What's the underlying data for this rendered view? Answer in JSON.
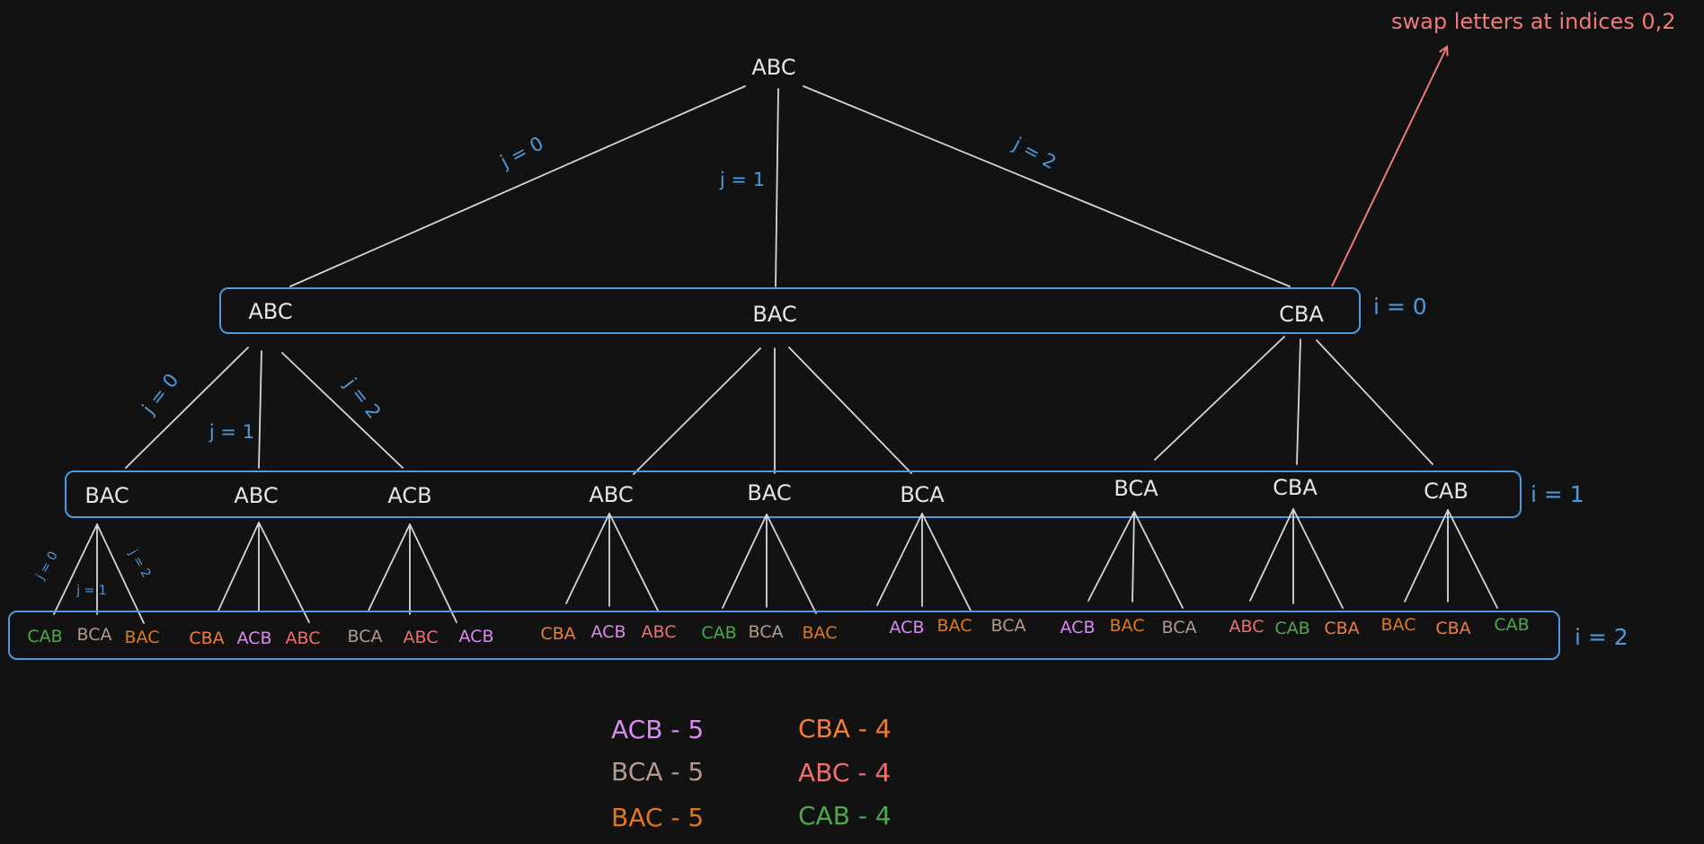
{
  "colors": {
    "background": "#121212",
    "node_text": "#e6e6e6",
    "edge": "#d6d6d6",
    "label_blue": "#4a9be0",
    "annotation_red": "#f07a7a",
    "ACB": "#d98cf0",
    "BCA": "#b49a8f",
    "BAC": "#de7a1e",
    "CBA": "#f47d3a",
    "ABC": "#f06f6f",
    "CAB": "#4ea84e"
  },
  "annotation": {
    "text": "swap letters at indices 0,2"
  },
  "root": {
    "label": "ABC"
  },
  "root_edges": {
    "j0": "j = 0",
    "j1": "j = 1",
    "j2": "j = 2"
  },
  "level0": {
    "index_label": "i = 0",
    "nodes": [
      "ABC",
      "BAC",
      "CBA"
    ],
    "edge_labels": {
      "j0": "j = 0",
      "j1": "j = 1",
      "j2": "j = 2"
    }
  },
  "level1": {
    "index_label": "i = 1",
    "nodes": [
      "BAC",
      "ABC",
      "ACB",
      "ABC",
      "BAC",
      "BCA",
      "BCA",
      "CBA",
      "CAB"
    ],
    "edge_labels": {
      "j0": "j = 0",
      "j1": "j = 1",
      "j2": "j = 2"
    }
  },
  "level2": {
    "index_label": "i = 2",
    "nodes": [
      "CAB",
      "BCA",
      "BAC",
      "CBA",
      "ACB",
      "ABC",
      "BCA",
      "ABC",
      "ACB",
      "CBA",
      "ACB",
      "ABC",
      "CAB",
      "BCA",
      "BAC",
      "ACB",
      "BAC",
      "BCA",
      "ACB",
      "BAC",
      "BCA",
      "ABC",
      "CAB",
      "CBA",
      "BAC",
      "CBA",
      "CAB"
    ]
  },
  "legend": [
    {
      "text": "ACB - 5",
      "key": "ACB"
    },
    {
      "text": "BCA - 5",
      "key": "BCA"
    },
    {
      "text": "BAC - 5",
      "key": "BAC"
    },
    {
      "text": "CBA - 4",
      "key": "CBA"
    },
    {
      "text": "ABC - 4",
      "key": "ABC"
    },
    {
      "text": "CAB - 4",
      "key": "CAB"
    }
  ]
}
